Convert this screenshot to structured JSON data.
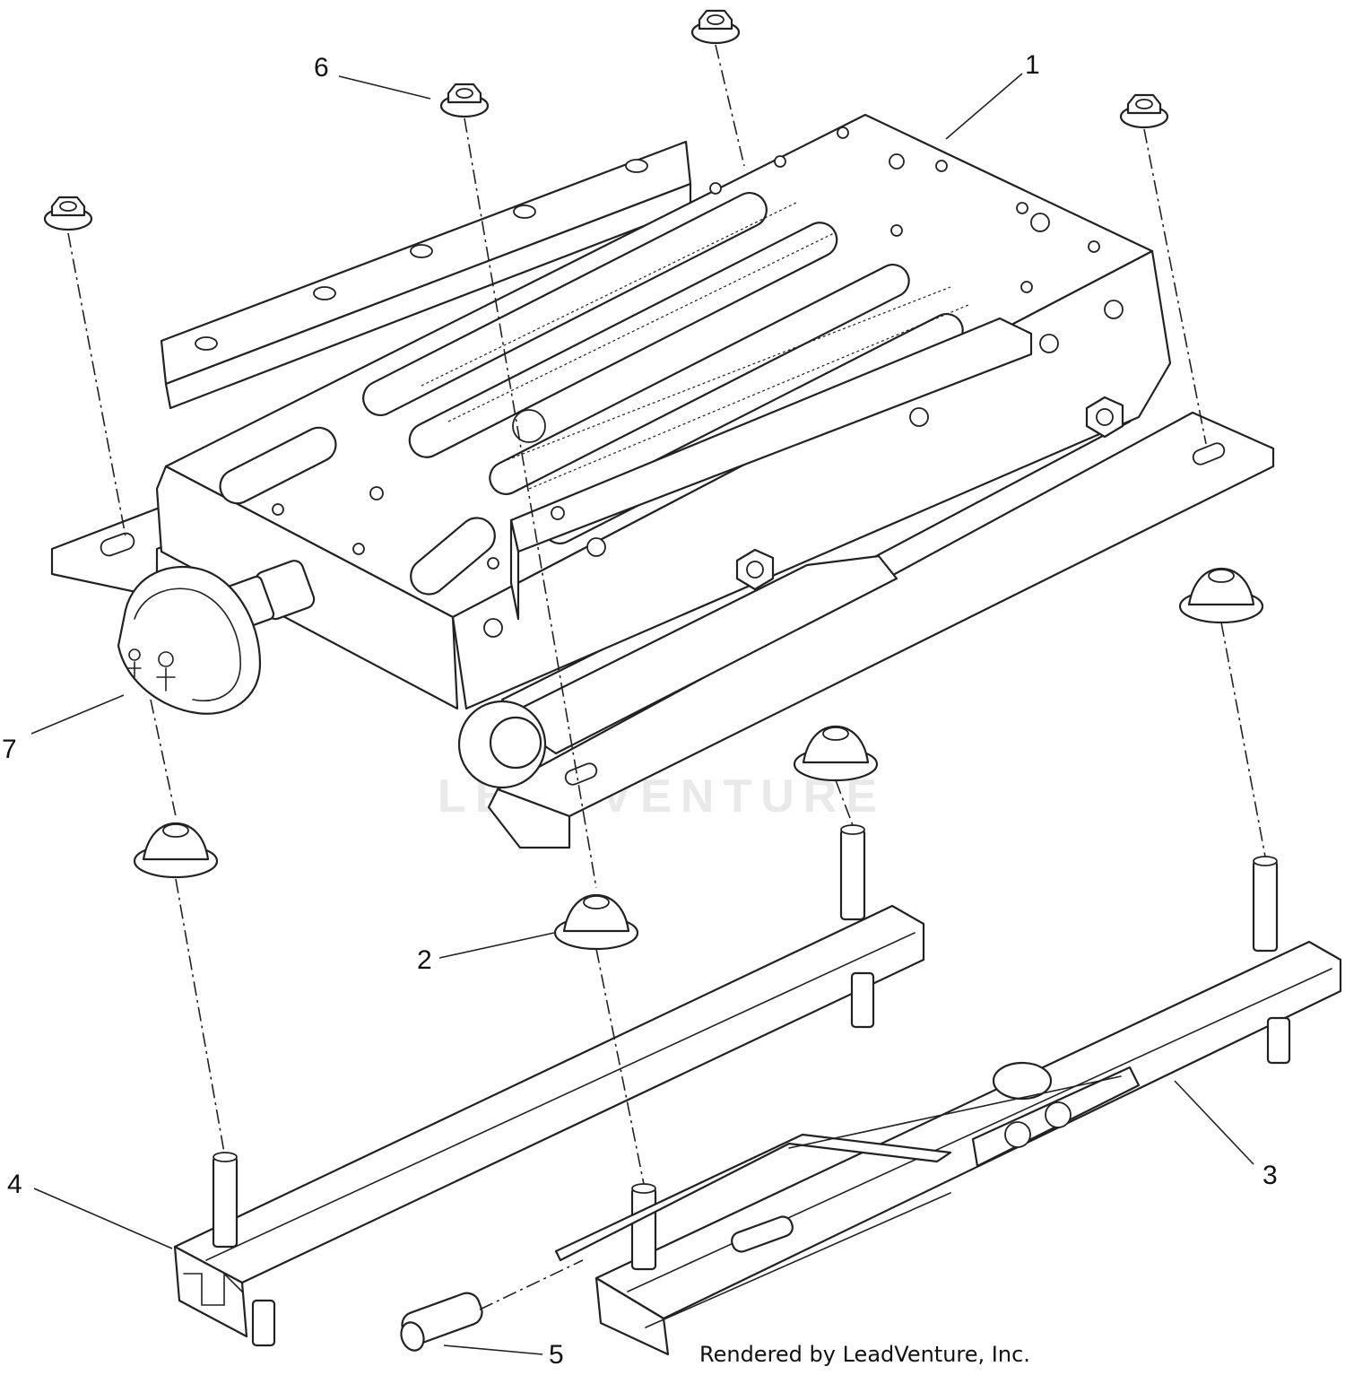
{
  "callouts": {
    "c1": "1",
    "c2": "2",
    "c3": "3",
    "c4": "4",
    "c5": "5",
    "c6": "6",
    "c7": "7"
  },
  "credit": "Rendered by LeadVenture, Inc.",
  "watermark": "LEADVENTURE",
  "icons": [
    "flange-nut-icon",
    "grommet-icon",
    "adjust-knob-icon",
    "spring-icon",
    "watermark-logo-icon"
  ]
}
